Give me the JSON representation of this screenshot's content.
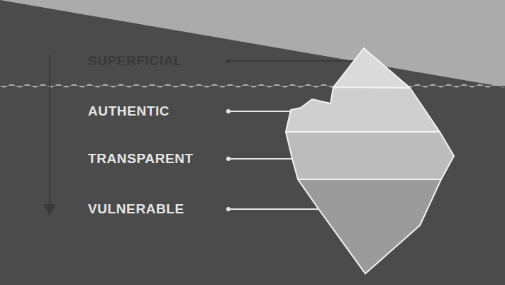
{
  "diagram": {
    "labels": [
      "SUPERFICIAL",
      "AUTHENTIC",
      "TRANSPARENT",
      "VULNERABLE"
    ]
  }
}
